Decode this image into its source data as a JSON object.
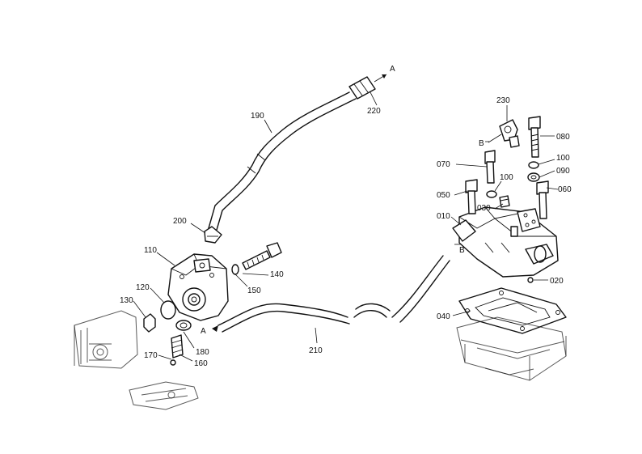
{
  "diagram": {
    "part_labels": {
      "p010": "010",
      "p020": "020",
      "p030": "030",
      "p040": "040",
      "p050": "050",
      "p060": "060",
      "p070": "070",
      "p080": "080",
      "p090": "090",
      "p100a": "100",
      "p100b": "100",
      "p110": "110",
      "p120": "120",
      "p130": "130",
      "p140": "140",
      "p150": "150",
      "p160": "160",
      "p170": "170",
      "p180": "180",
      "p190": "190",
      "p200": "200",
      "p210": "210",
      "p220": "220",
      "p230": "230"
    },
    "connection_markers": {
      "a_top": "A",
      "a_bottom": "A",
      "b_upper": "B",
      "b_lower": "B"
    }
  }
}
